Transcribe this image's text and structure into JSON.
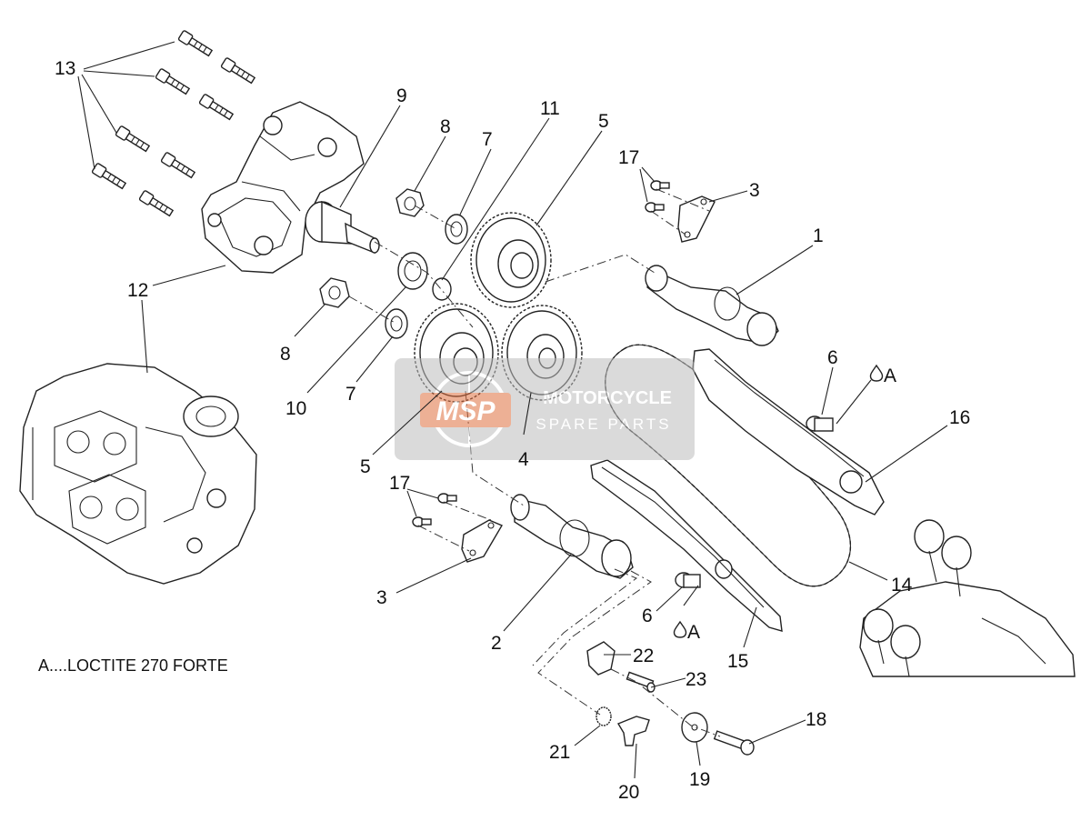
{
  "diagram": {
    "note": "A....LOCTITE 270 FORTE",
    "watermark": {
      "logo": "MSP",
      "line1": "MOTORCYCLE",
      "line2": "SPARE PARTS"
    },
    "callouts": {
      "c1": "1",
      "c2": "2",
      "c3a": "3",
      "c3b": "3",
      "c4": "4",
      "c5a": "5",
      "c5b": "5",
      "c6a": "6",
      "c6b": "6",
      "c7a": "7",
      "c7b": "7",
      "c8a": "8",
      "c8b": "8",
      "c9": "9",
      "c10": "10",
      "c11": "11",
      "c12": "12",
      "c13": "13",
      "c14": "14",
      "c15": "15",
      "c16": "16",
      "c17a": "17",
      "c17b": "17",
      "c18": "18",
      "c19": "19",
      "c20": "20",
      "c21": "21",
      "c22": "22",
      "c23": "23",
      "locA1": "A",
      "locA2": "A"
    },
    "colors": {
      "line": "#222222",
      "watermark": "#8a8a8a",
      "logo_accent": "#e07040"
    }
  }
}
